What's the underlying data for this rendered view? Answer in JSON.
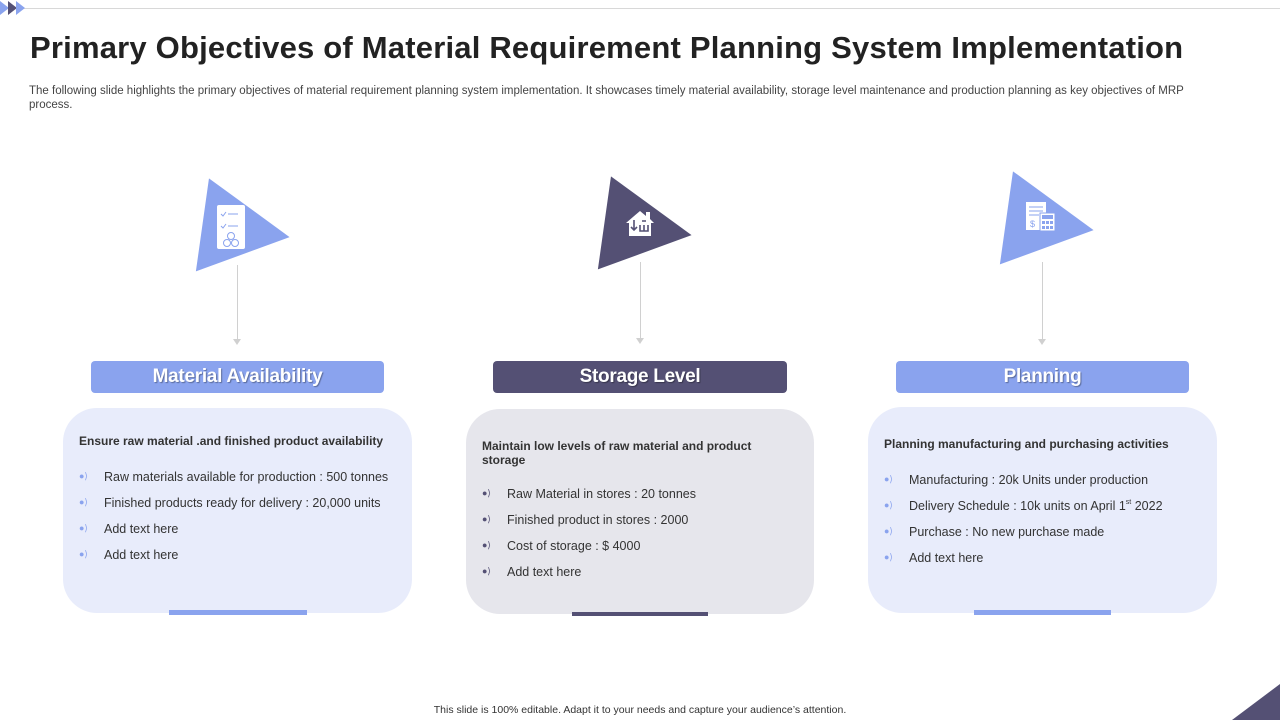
{
  "title": "Primary Objectives of Material Requirement Planning System Implementation",
  "subtitle": "The following slide highlights the primary objectives of material requirement planning system implementation. It showcases timely material availability, storage level maintenance and production planning as key objectives of MRP process.",
  "colors": {
    "accent_light": "#8aa3ee",
    "accent_dark": "#545074",
    "card_light": "#e8ecfb",
    "card_gray": "#e6e6ec"
  },
  "columns": [
    {
      "label": "Material Availability",
      "icon": "clipboard-checklist-icon",
      "heading": "Ensure raw material .and finished product availability",
      "items": [
        "Raw materials available for production : 500 tonnes",
        "Finished products ready for delivery :  20,000 units",
        "Add text here",
        "Add text here"
      ]
    },
    {
      "label": "Storage Level",
      "icon": "warehouse-icon",
      "heading": "Maintain low levels of raw material and product storage",
      "items": [
        "Raw Material in stores : 20 tonnes",
        "Finished product in stores : 2000",
        "Cost of storage : $ 4000",
        "Add text here"
      ]
    },
    {
      "label": "Planning",
      "icon": "calculator-invoice-icon",
      "heading": "Planning manufacturing and purchasing activities",
      "items": [
        "Manufacturing : 20k Units under production",
        "Delivery Schedule : 10k units on April 1",
        "Purchase : No new purchase made",
        "Add text here"
      ],
      "delivery_sup": "st",
      "delivery_year": " 2022"
    }
  ],
  "footer": "This slide is 100% editable. Adapt it to your needs and capture your audience’s attention."
}
